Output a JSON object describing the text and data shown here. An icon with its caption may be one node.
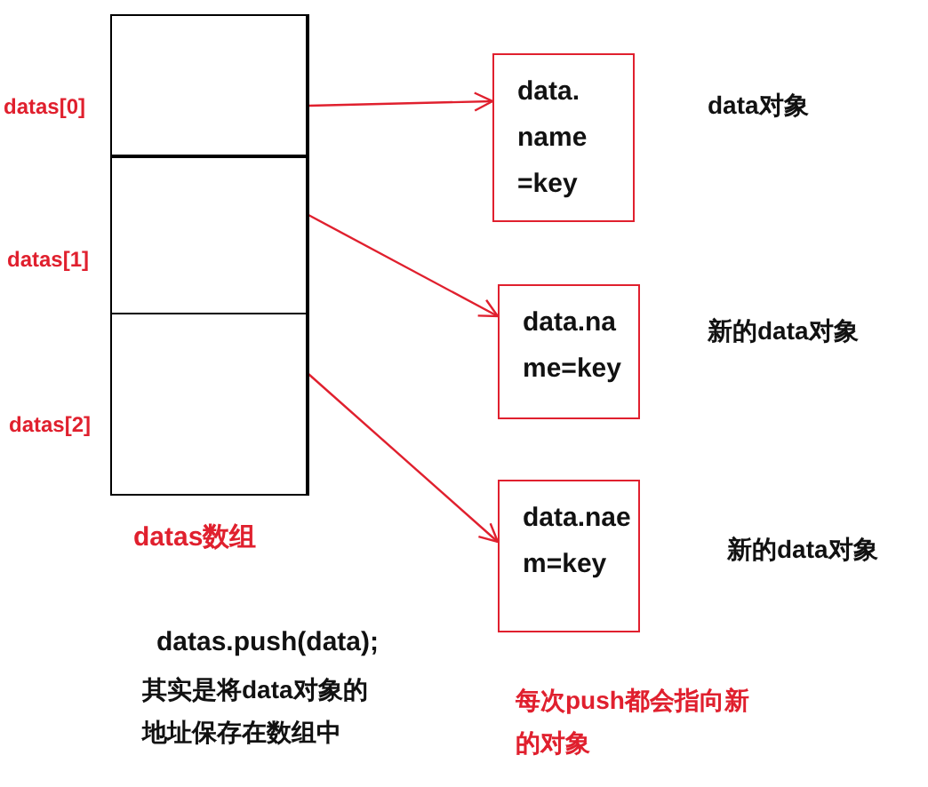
{
  "diagram": {
    "nodes": [
      {
        "text": [
          "datas数组"
        ]
      },
      {
        "text": [],
        "shape": "box",
        "in": 0
      },
      {
        "text": [],
        "shape": "box",
        "in": 0
      },
      {
        "text": [],
        "shape": "box",
        "in": 0
      },
      {
        "text": [
          "data. name =key"
        ],
        "beside": [
          "data对象"
        ]
      },
      {
        "text": [
          "data.na me=key"
        ],
        "beside": [
          "新的data对象"
        ]
      },
      {
        "text": [
          "data.nae m=key"
        ],
        "beside": [
          "新的data对象"
        ]
      }
    ],
    "edges": [
      {
        "from": 1,
        "to": 4,
        "arrow": "to"
      },
      {
        "from": 2,
        "to": 5,
        "arrow": "to"
      },
      {
        "from": 3,
        "to": 6,
        "arrow": "to"
      }
    ],
    "labels": [
      "datas[0]",
      "datas[1]",
      "datas[2]",
      "datas.push(data);",
      "其实是将data对象的地址保存在数组中",
      "每次push都会指向新的对象"
    ]
  }
}
